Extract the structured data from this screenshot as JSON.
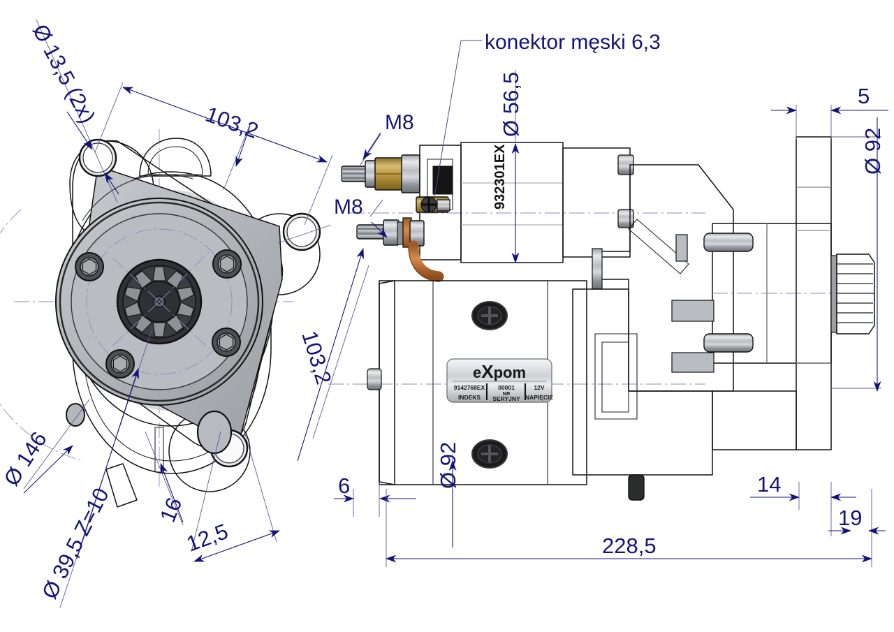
{
  "drawing": {
    "title": "Starter motor technical dimension drawing",
    "units": "mm",
    "dim_color": "#141478",
    "views": {
      "left": "end-view-flange",
      "right": "side-view-assembly"
    }
  },
  "dimensions": {
    "left_view": [
      {
        "id": "d135",
        "label": "Ø 13,5 (2x)",
        "rotation": -57
      },
      {
        "id": "d1032_top",
        "label": "103,2",
        "rotation": -20
      },
      {
        "id": "d1032_right",
        "label": "103,2",
        "rotation": 63
      },
      {
        "id": "d146",
        "label": "Ø 146",
        "rotation": -58
      },
      {
        "id": "d395",
        "label": "Ø 39,5  Z=10",
        "rotation": -63
      },
      {
        "id": "d16",
        "label": "16",
        "rotation": -68
      },
      {
        "id": "d125",
        "label": "12,5",
        "rotation": -20
      }
    ],
    "right_view": [
      {
        "id": "d565",
        "label": "Ø 56,5",
        "rotation": -90
      },
      {
        "id": "d5",
        "label": "5",
        "rotation": 0
      },
      {
        "id": "d92_right",
        "label": "Ø 92",
        "rotation": -90
      },
      {
        "id": "d92_bottom",
        "label": "Ø 92",
        "rotation": -90
      },
      {
        "id": "d6",
        "label": "6",
        "rotation": 0
      },
      {
        "id": "d14",
        "label": "14",
        "rotation": 0
      },
      {
        "id": "d19",
        "label": "19",
        "rotation": 0
      },
      {
        "id": "d2285",
        "label": "228,5",
        "rotation": 0
      }
    ]
  },
  "annotations": [
    {
      "id": "konektor",
      "label": "konektor męski 6,3"
    },
    {
      "id": "m8_upper",
      "label": "M8"
    },
    {
      "id": "m8_lower",
      "label": "M8"
    }
  ],
  "part_markings": {
    "solenoid_code": "932301EX",
    "nameplate": {
      "brand_prefix": "e",
      "brand_x": "X",
      "brand_suffix": "pom",
      "index_value": "9142768EX",
      "index_label": "INDEKS",
      "serial_value": "00001",
      "serial_label_line1": "NR",
      "serial_label_line2": "SERYJNY",
      "voltage_value": "12V",
      "voltage_label": "NAPIĘCIE"
    }
  }
}
